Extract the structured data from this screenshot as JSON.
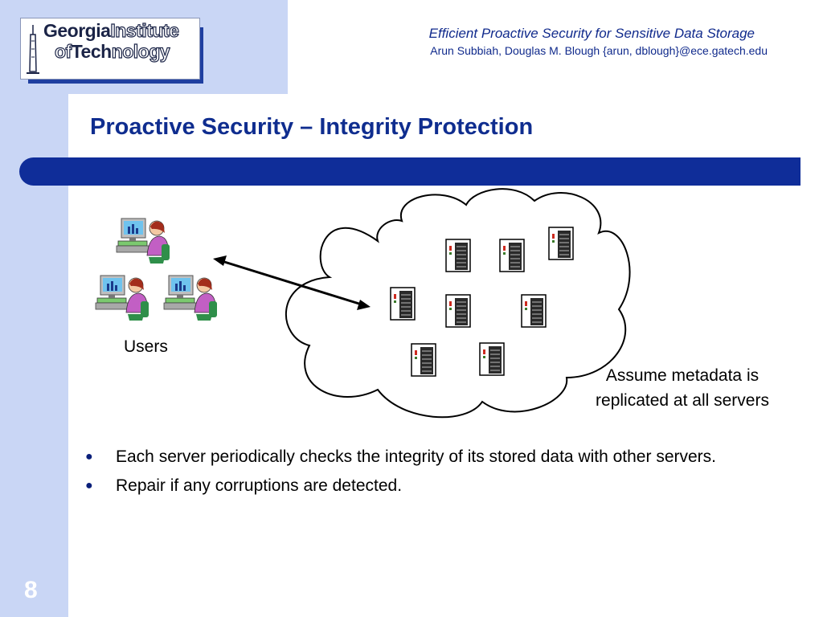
{
  "logo": {
    "line1_strong": "Georgia",
    "line1_light": "Institute",
    "line2_light": "of",
    "line2_strong": "Tech",
    "line2_light2": "nology"
  },
  "header": {
    "title": "Efficient Proactive Security for Sensitive Data Storage",
    "authors": "Arun Subbiah, Douglas M. Blough {arun, dblough}@ece.gatech.edu"
  },
  "slide": {
    "title": "Proactive Security – Integrity Protection",
    "page_number": "8"
  },
  "diagram": {
    "users_label": "Users",
    "metadata_note": "Assume metadata is replicated at all servers",
    "user_icons": [
      "user-at-computer-icon",
      "user-at-computer-icon",
      "user-at-computer-icon"
    ],
    "server_icons": [
      "server-icon",
      "server-icon",
      "server-icon",
      "server-icon",
      "server-icon",
      "server-icon",
      "server-icon",
      "server-icon"
    ]
  },
  "bullets": [
    "Each server periodically checks the integrity of its stored data with other servers.",
    "Repair if any corruptions are detected."
  ],
  "colors": {
    "rail": "#c9d6f5",
    "title_blue": "#0f2d8f",
    "bar_blue": "#0f2d99"
  }
}
